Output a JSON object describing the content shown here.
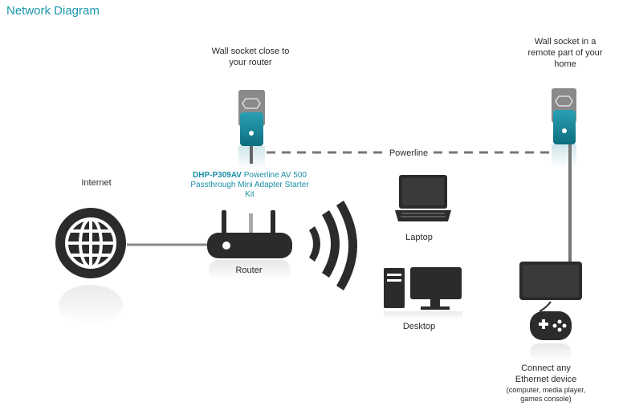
{
  "title": "Network Diagram",
  "labels": {
    "wall_socket_1": "Wall socket close to your router",
    "wall_socket_2": "Wall socket in a remote part of your home",
    "product_model": "DHP-P309AV",
    "product_desc": "Powerline AV 500 Passthrough Mini Adapter Starter Kit",
    "powerline": "Powerline",
    "internet": "Internet",
    "router": "Router",
    "laptop": "Laptop",
    "desktop": "Desktop",
    "connect": "Connect any Ethernet device",
    "connect_examples": "(computer, media player, games console)"
  },
  "colors": {
    "accent": "#1a97ad",
    "device": "#2b2b2b"
  }
}
